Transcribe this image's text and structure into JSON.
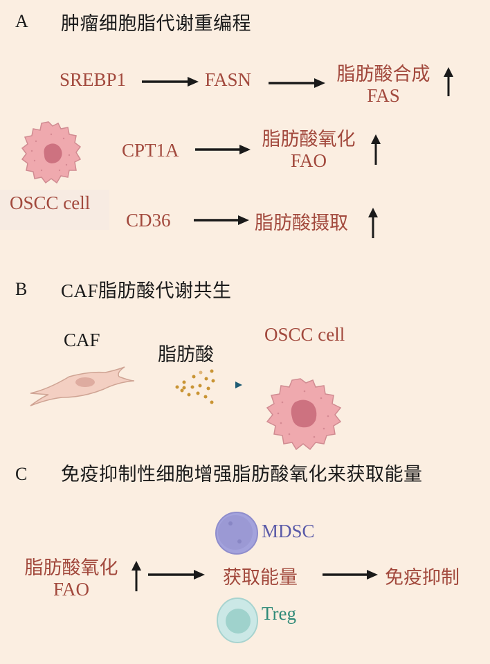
{
  "panels": {
    "a": {
      "letter": "A",
      "title": "肿瘤细胞脂代谢重编程",
      "cell_label": "OSCC cell",
      "row1": {
        "from": "SREBP1",
        "mid": "FASN",
        "result_cn": "脂肪酸合成",
        "result_en": "FAS"
      },
      "row2": {
        "from": "CPT1A",
        "result_cn": "脂肪酸氧化",
        "result_en": "FAO"
      },
      "row3": {
        "from": "CD36",
        "result_cn": "脂肪酸摄取"
      }
    },
    "b": {
      "letter": "B",
      "title": "CAF脂肪酸代谢共生",
      "caf_label": "CAF",
      "fa_label": "脂肪酸",
      "cell_label": "OSCC cell"
    },
    "c": {
      "letter": "C",
      "title": "免疫抑制性细胞增强脂肪酸氧化来获取能量",
      "left_cn": "脂肪酸氧化",
      "left_en": "FAO",
      "mid": "获取能量",
      "right": "免疫抑制",
      "mdsc": "MDSC",
      "treg": "Treg"
    }
  },
  "colors": {
    "background": "#fbeee1",
    "text_red": "#a2493d",
    "text_black": "#1a1a1a",
    "mdsc": "#5a5aa8",
    "treg": "#2f8a78",
    "oscc_cell": "#eea6ac",
    "caf_cell": "#f3cfc2"
  }
}
